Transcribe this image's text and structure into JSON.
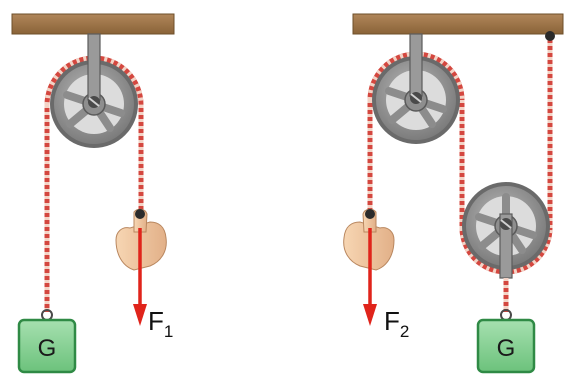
{
  "figure_left": {
    "weight_label": "G",
    "force": {
      "symbol": "F",
      "subscript": "1"
    }
  },
  "figure_right": {
    "weight_label": "G",
    "force": {
      "symbol": "F",
      "subscript": "2"
    }
  },
  "colors": {
    "ceiling": "#9c7442",
    "ceiling_edge": "#6e4f2a",
    "pulley_body": "#8f8f8f",
    "pulley_rim": "#5f5f5f",
    "rope_a": "#d4473f",
    "rope_b": "#f3d3c6",
    "arrow": "#e0241b",
    "weight_fill": "#7fcf8e",
    "weight_edge": "#2f8a45",
    "hand": "#f2c8a0"
  }
}
